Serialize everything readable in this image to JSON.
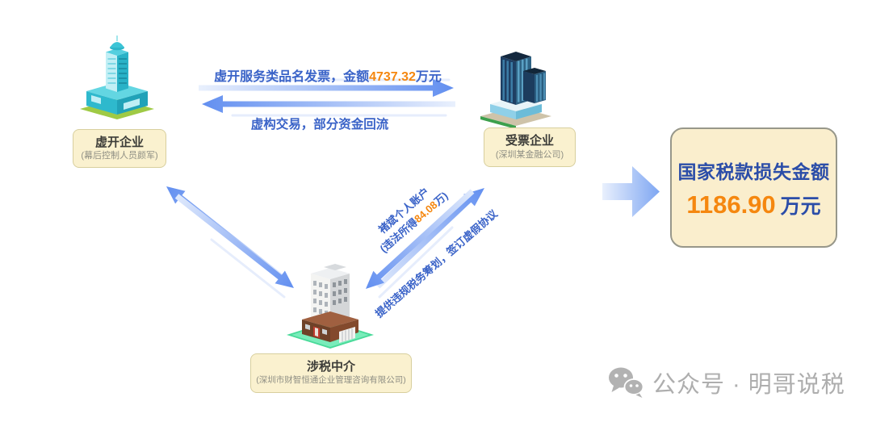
{
  "nodes": {
    "issuer": {
      "icon": "building-teal-icon",
      "title": "虚开企业",
      "subtitle": "(幕后控制人员颜军)"
    },
    "receiver": {
      "icon": "building-navy-icon",
      "title": "受票企业",
      "subtitle": "(深圳某金融公司)"
    },
    "agency": {
      "icon": "building-white-icon",
      "title": "涉税中介",
      "subtitle": "(深圳市财智恒通企业管理咨询有限公司)"
    }
  },
  "edges": {
    "invoice_flow": {
      "prefix": "虚开服务类品名发票，金额",
      "amount": "4737.32",
      "suffix": "万元"
    },
    "capital_return": {
      "label": "虚构交易，部分资金回流"
    },
    "personal_account": {
      "line1": "褚斌个人账户",
      "line2_prefix": "(违法所得",
      "line2_amount": "84.08",
      "line2_suffix": "万)"
    },
    "agency_service": {
      "label": "提供违规税务筹划，签订虚假协议"
    }
  },
  "result": {
    "title": "国家税款损失金额",
    "amount": "1186.90",
    "unit": "万元"
  },
  "watermark": {
    "icon": "wechat-icon",
    "text": "公众号 · 明哥说税"
  },
  "colors": {
    "flow_text_blue": "#3a63c8",
    "amount_orange": "#f5870f",
    "result_blue": "#2b4da8",
    "arrow_blue": "#628ff0",
    "card_bg": "#faf1cf",
    "card_border": "#d8cf9e",
    "result_bg": "#faeecd",
    "result_border": "#97978a",
    "watermark_gray": "#aeaeae"
  }
}
